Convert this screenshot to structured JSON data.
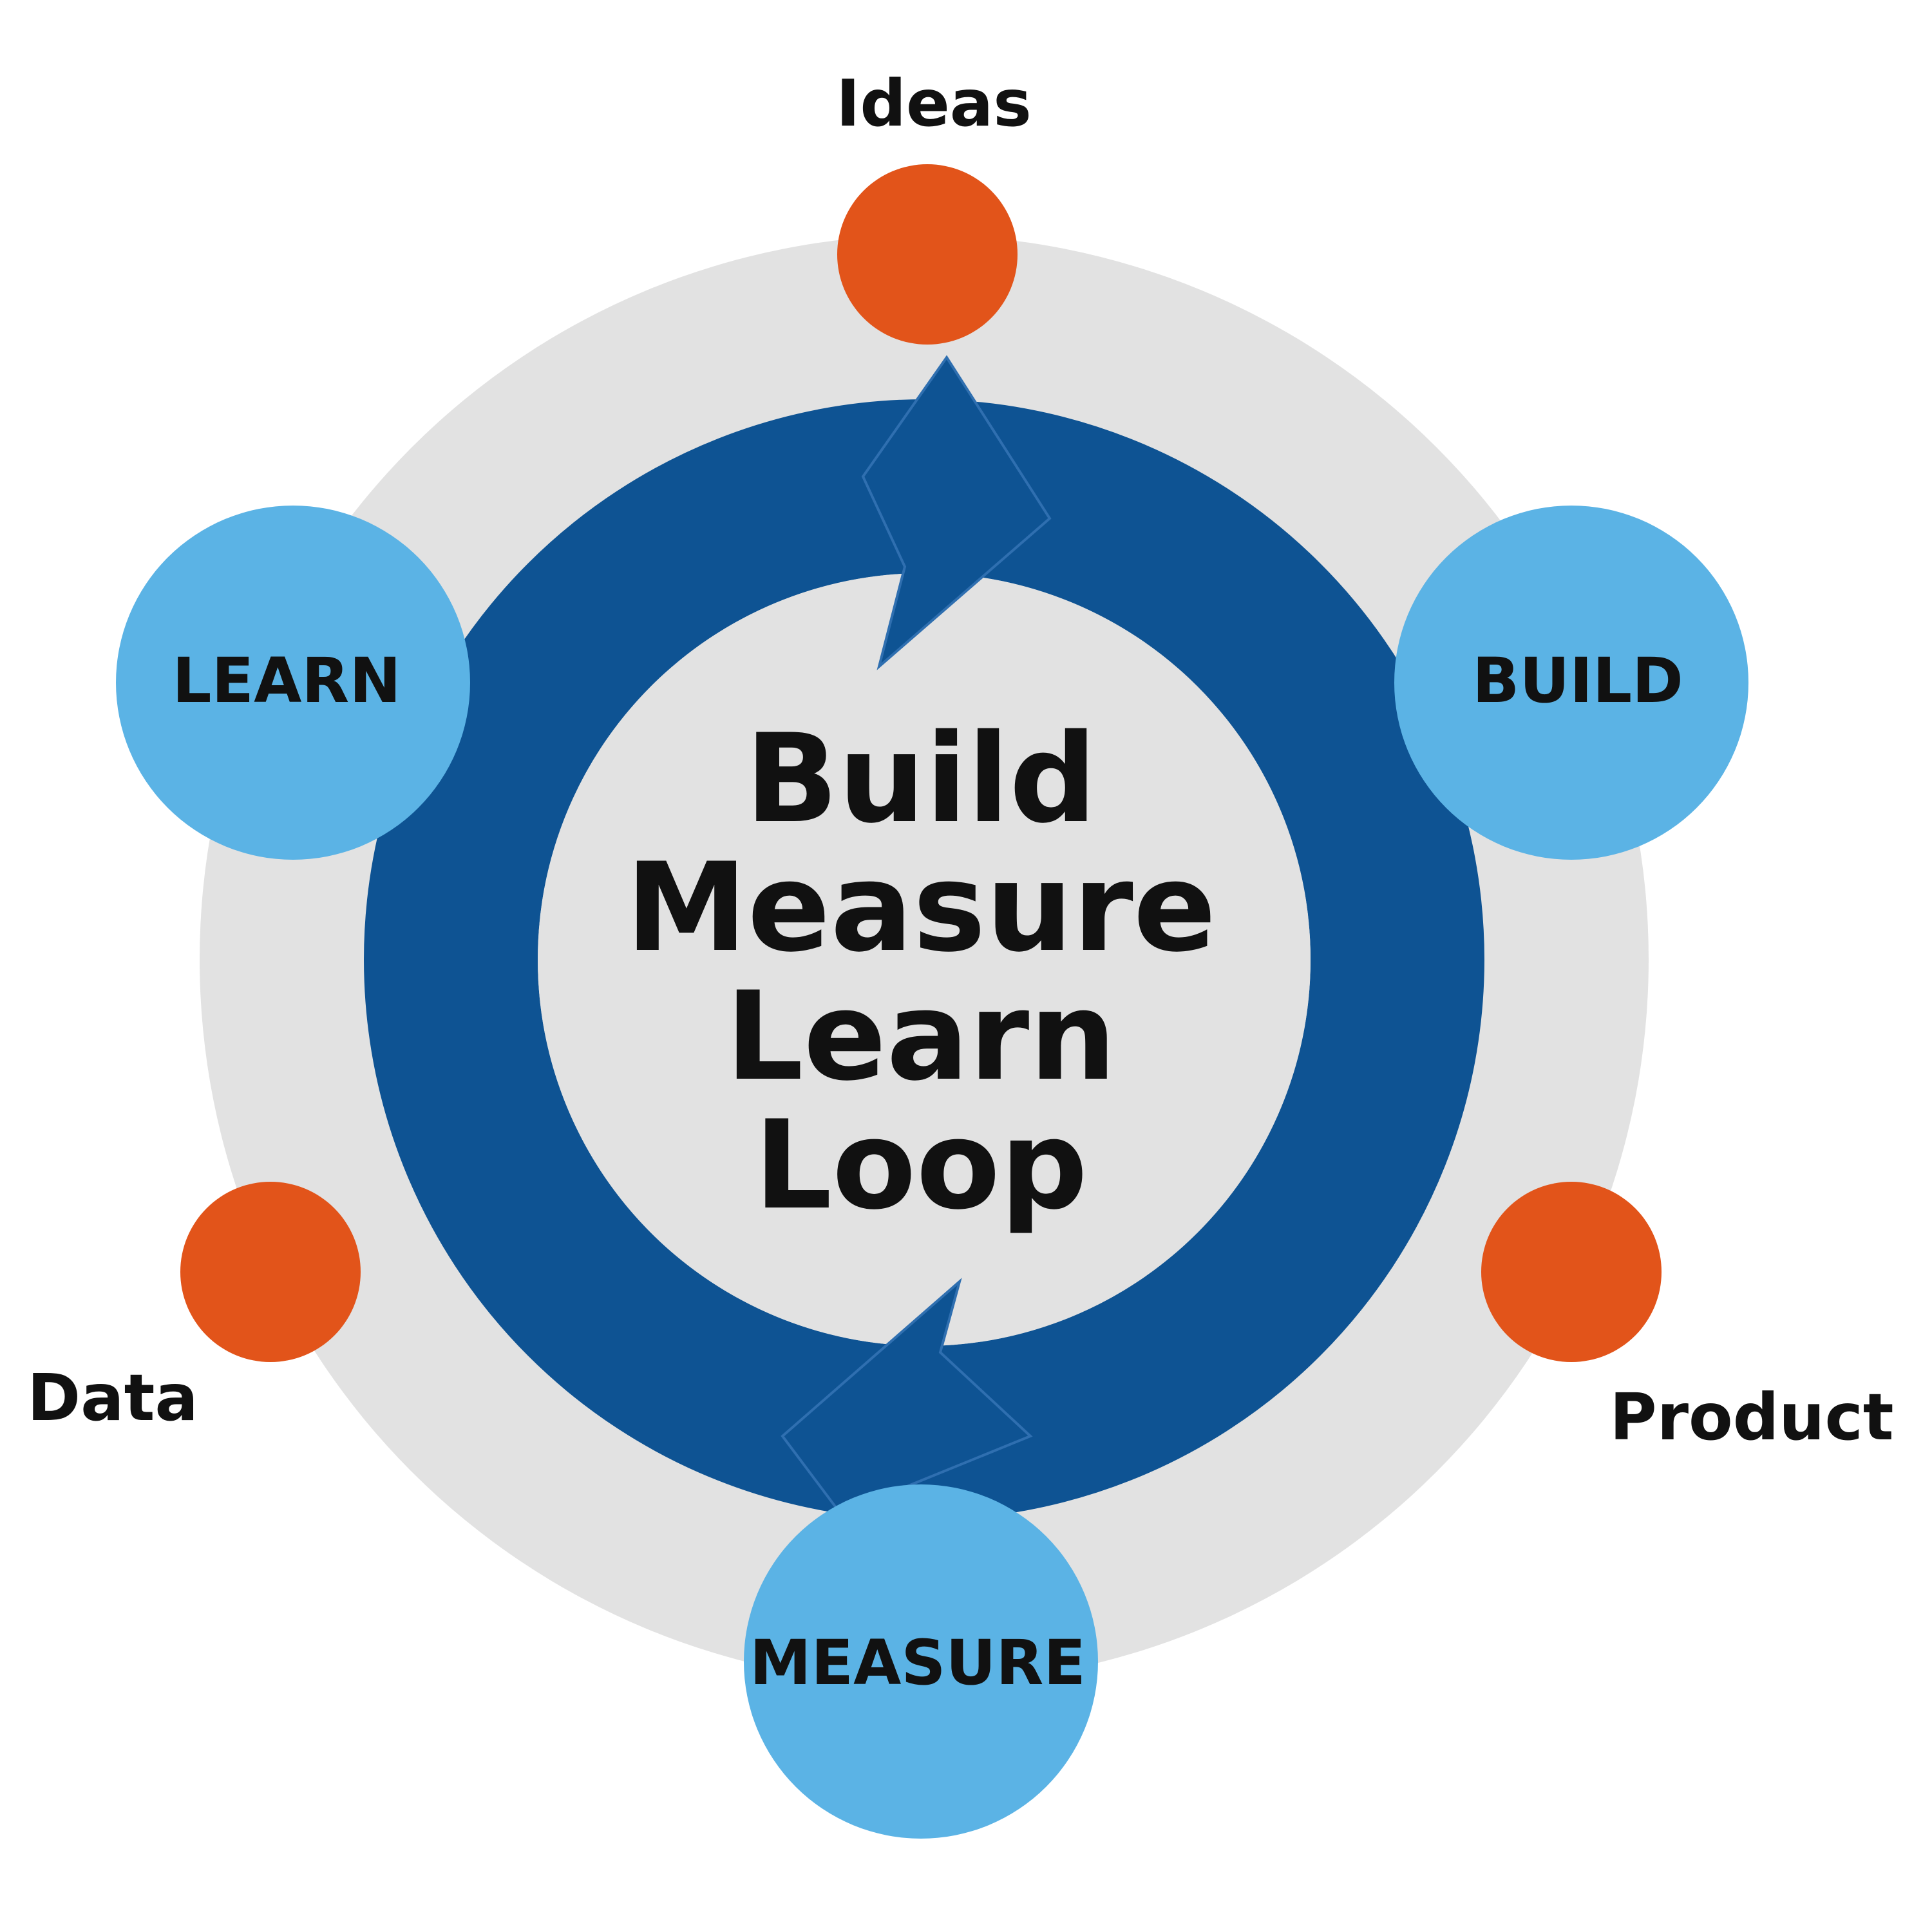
{
  "title_lines": [
    "Build",
    "Measure",
    "Learn",
    "Loop"
  ],
  "stages": {
    "build": "BUILD",
    "measure": "MEASURE",
    "learn": "LEARN"
  },
  "outputs": {
    "ideas": "Ideas",
    "product": "Product",
    "data": "Data"
  },
  "colors": {
    "outer_ring": "#e2e2e2",
    "loop_arrow": "#0e5393",
    "stage_circle": "#5bb3e5",
    "output_dot": "#e2541a",
    "text": "#111111"
  }
}
